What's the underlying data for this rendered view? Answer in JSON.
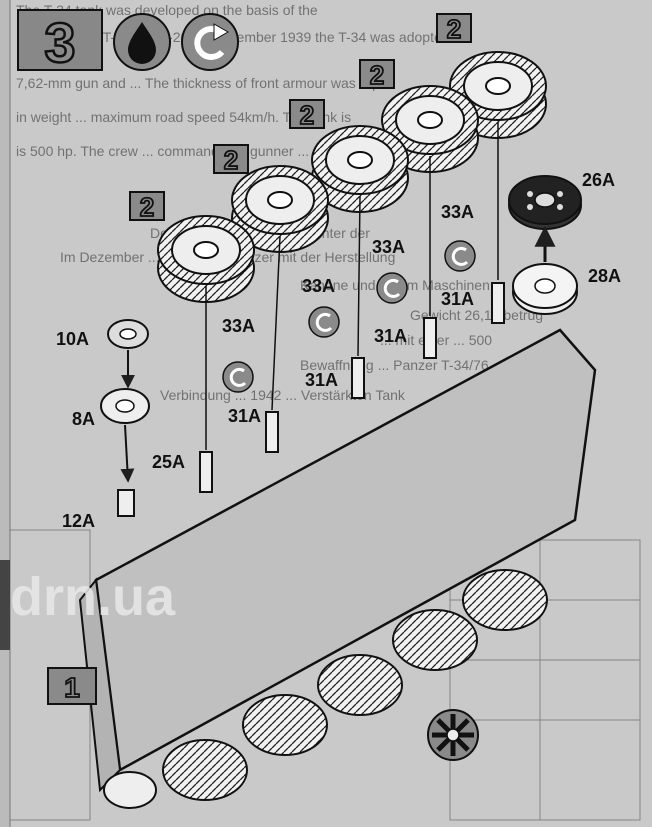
{
  "step": {
    "number": "3",
    "icons": [
      "glue-drop-icon",
      "rotate-icon"
    ]
  },
  "background_text": [
    "The T-34 tank was developed on the basis of the",
    "the BT-IS and A-20. In December 1939 the T-34 was adopted",
    "7,62-mm gun and ... The thickness of front armour was equa",
    "in weight ... maximum road speed 54km/h. The tank is",
    "is 500 hp. The crew ... commander, a gunner ... a",
    "Der Panzer T-34 wurde ... unter der",
    "Im Dezember ... wurde der Panzer mit der Herstellung",
    "Kanone und ... mm Maschinen",
    "Gewicht 26,1 t betrug",
    "... mit einer ... 500",
    "Verbindung ... 1942 ... Verstärkten Tank",
    "Bewaffnung ... Panzer T-34/76"
  ],
  "labels": {
    "p26a": "26A",
    "p28a": "28A",
    "p33a_1": "33A",
    "p33a_2": "33A",
    "p33a_3": "33A",
    "p33a_4": "33A",
    "p31a_1": "31A",
    "p31a_2": "31A",
    "p31a_3": "31A",
    "p31a_4": "31A",
    "p10a": "10A",
    "p8a": "8A",
    "p25a": "25A",
    "p12a": "12A",
    "qty_2": "2",
    "box_1": "1"
  },
  "watermark": "drn.ua",
  "colors": {
    "background": "#c9c9c9",
    "ink": "#1e1e1e",
    "badge_fill": "#8a8a8a",
    "light_part": "#e6e6e6",
    "watermark": "#e8e8e8"
  }
}
